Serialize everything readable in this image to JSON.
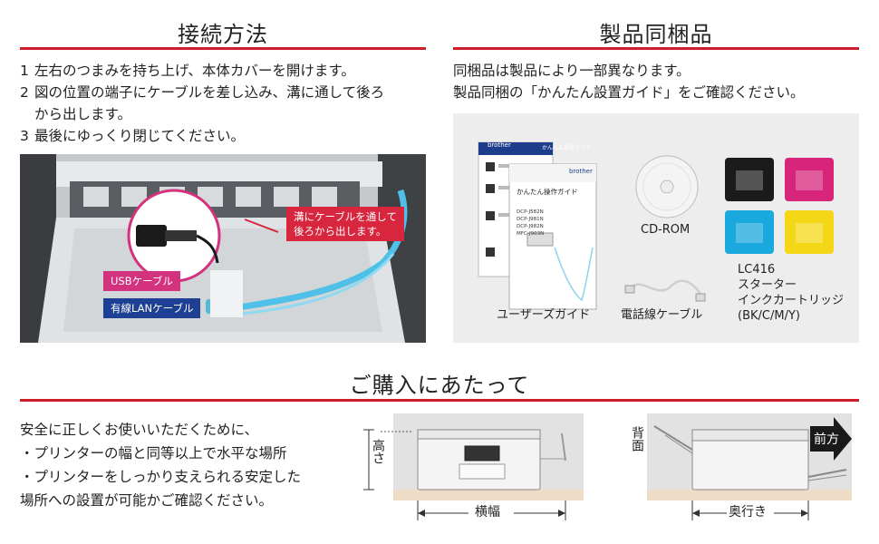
{
  "connection": {
    "title": "接続方法",
    "steps": [
      {
        "num": "1",
        "text": "左右のつまみを持ち上げ、本体カバーを開けます。"
      },
      {
        "num": "2",
        "text": "図の位置の端子にケーブルを差し込み、溝に通して後ろ",
        "cont": "から出します。"
      },
      {
        "num": "3",
        "text": "最後にゆっくり閉じてください。"
      }
    ],
    "photo_callouts": {
      "groove_line1": "溝にケーブルを通して",
      "groove_line2": "後ろから出します。",
      "usb": "USBケーブル",
      "lan": "有線LANケーブル"
    }
  },
  "contents": {
    "title": "製品同梱品",
    "note_line1": "同梱品は製品により一部異なります。",
    "note_line2": "製品同梱の「かんたん設置ガイド」をご確認ください。",
    "items": {
      "user_guide": "ユーザーズガイド",
      "cd_rom": "CD-ROM",
      "phone_cable": "電話線ケーブル",
      "ink_line1": "LC416",
      "ink_line2": "スターター",
      "ink_line3": "インクカートリッジ",
      "ink_line4": "(BK/C/M/Y)"
    },
    "booklet": {
      "brand": "brother",
      "guide_title": "かんたん操作ガイド",
      "setup_title": "かんたん設置ガイド",
      "models": [
        "DCP-J582N",
        "DCP-J981N",
        "DCP-J982N",
        "MFC-J903N"
      ]
    },
    "ink_colors": {
      "bk": "#1b1b1b",
      "m": "#d6257a",
      "c": "#19a9de",
      "y": "#f4d817"
    }
  },
  "purchase": {
    "title": "ご購入にあたって",
    "line1": "安全に正しくお使いいただくために、",
    "line2": "・プリンターの幅と同等以上で水平な場所",
    "line3": "・プリンターをしっかり支えられる安定した",
    "line4": "場所への設置が可能かご確認ください。",
    "dims": {
      "height": "高さ",
      "width": "横幅",
      "back": "背面",
      "front": "前方",
      "depth": "奥行き"
    }
  },
  "colors": {
    "accent_red": "#cc1f2a"
  }
}
